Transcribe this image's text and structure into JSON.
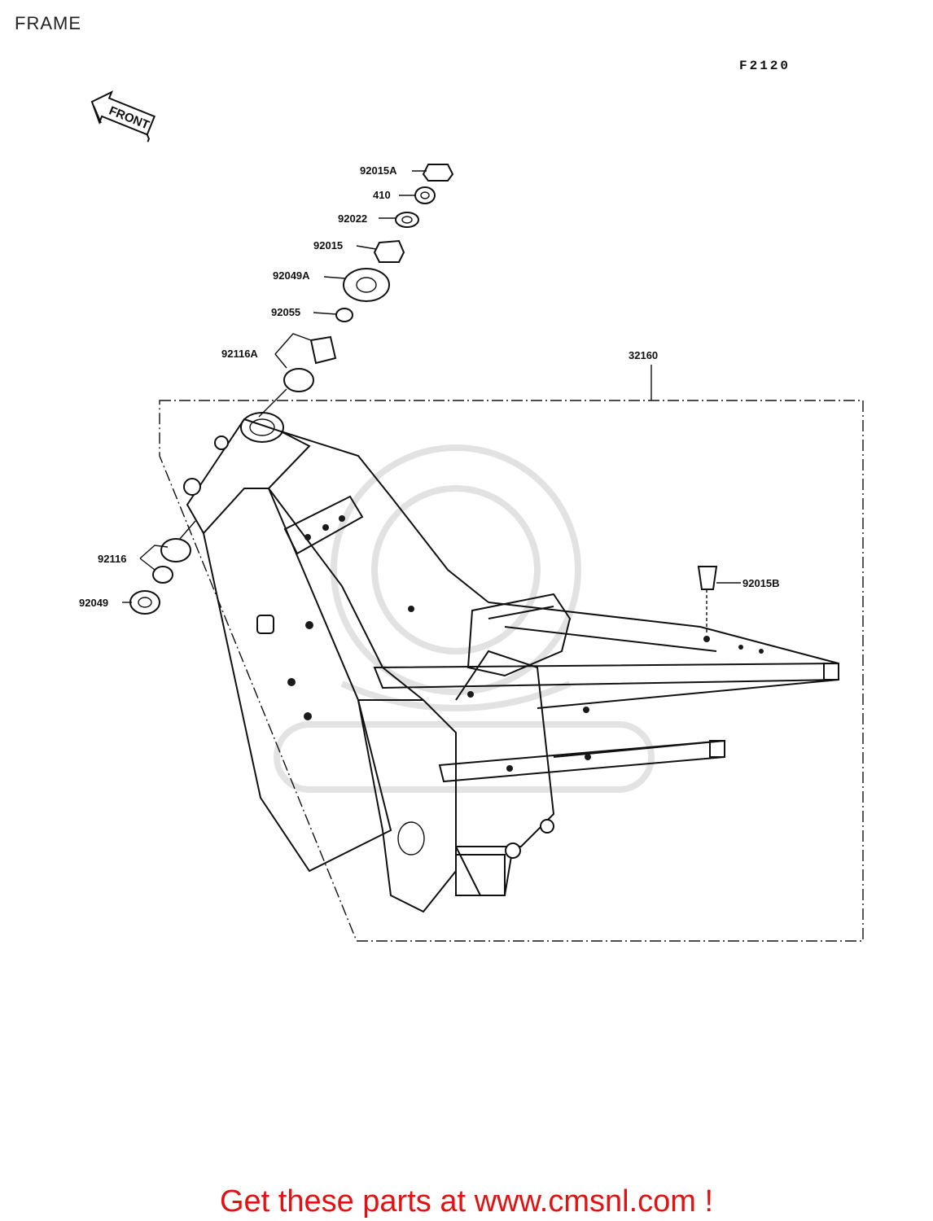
{
  "header": {
    "title": "FRAME",
    "diagram_code": "F2120"
  },
  "front_marker": {
    "label": "FRONT",
    "icon": "front-arrow-icon"
  },
  "parts": {
    "p92015A": "92015A",
    "p410": "410",
    "p92022": "92022",
    "p92015": "92015",
    "p92049A": "92049A",
    "p92055": "92055",
    "p92116A": "92116A",
    "p32160": "32160",
    "p92116": "92116",
    "p92049": "92049",
    "p92015B": "92015B"
  },
  "footer": {
    "link_text": "Get these parts at www.cmsnl.com !",
    "link_color": "#e21212"
  }
}
